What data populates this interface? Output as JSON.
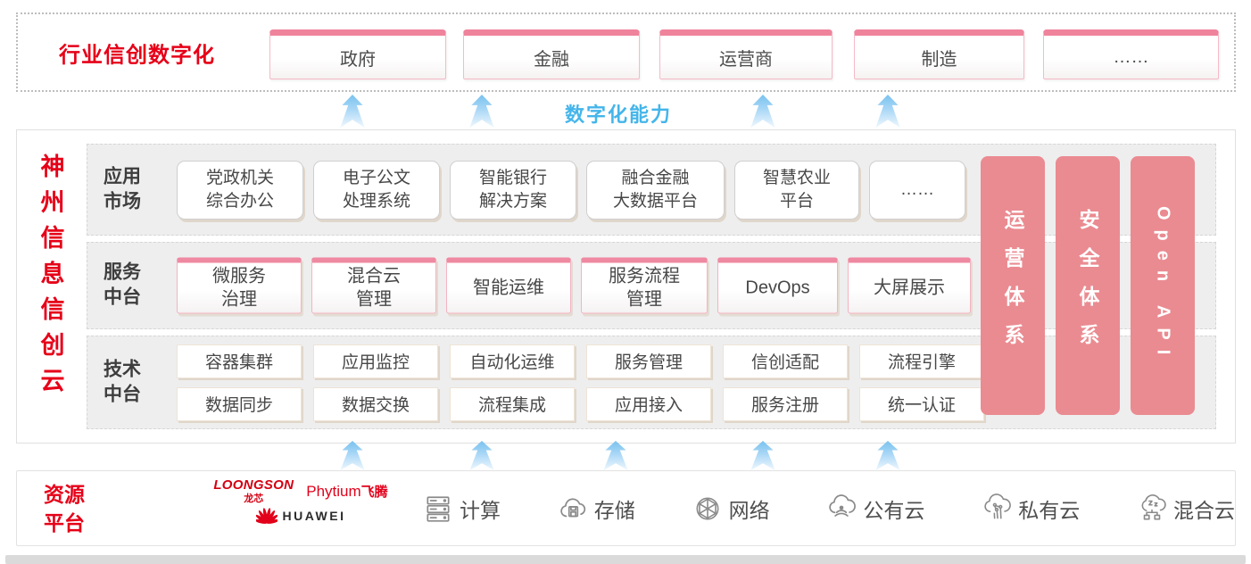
{
  "colors": {
    "brand_red": "#e60018",
    "pillar_pink": "#ea8b91",
    "capability_blue": "#44b5ea",
    "arrow_blue": "#79c2ef"
  },
  "top_band": {
    "title": "行业信创数字化",
    "items": [
      {
        "label": "政府"
      },
      {
        "label": "金融"
      },
      {
        "label": "运营商"
      },
      {
        "label": "制造"
      },
      {
        "label": "……"
      }
    ]
  },
  "capability": {
    "label": "数字化能力"
  },
  "cloud": {
    "title": "神州信息信创云",
    "rows": [
      {
        "label": "应用\n市场",
        "items": [
          "党政机关\n综合办公",
          "电子公文\n处理系统",
          "智能银行\n解决方案",
          "融合金融\n大数据平台",
          "智慧农业\n平台",
          "……"
        ]
      },
      {
        "label": "服务\n中台",
        "items": [
          "微服务\n治理",
          "混合云\n管理",
          "智能运维",
          "服务流程\n管理",
          "DevOps",
          "大屏展示"
        ]
      },
      {
        "label": "技术\n中台",
        "items": [
          "容器集群",
          "应用监控",
          "自动化运维",
          "服务管理",
          "信创适配",
          "流程引擎"
        ],
        "items2": [
          "数据同步",
          "数据交换",
          "流程集成",
          "应用接入",
          "服务注册",
          "统一认证"
        ]
      }
    ],
    "pillars": [
      "运营体系",
      "安全体系",
      "Open API"
    ]
  },
  "resource": {
    "title": "资源\n平台",
    "vendors": {
      "loongson": {
        "name": "LOONGSON",
        "cn": "龙芯"
      },
      "phytium": {
        "name": "Phytium",
        "cn": "飞腾"
      },
      "huawei": {
        "name": "HUAWEI"
      }
    },
    "items": [
      {
        "icon": "compute-icon",
        "label": "计算"
      },
      {
        "icon": "storage-icon",
        "label": "存储"
      },
      {
        "icon": "network-icon",
        "label": "网络"
      },
      {
        "icon": "public-cloud-icon",
        "label": "公有云"
      },
      {
        "icon": "private-cloud-icon",
        "label": "私有云"
      },
      {
        "icon": "hybrid-cloud-icon",
        "label": "混合云"
      }
    ]
  }
}
